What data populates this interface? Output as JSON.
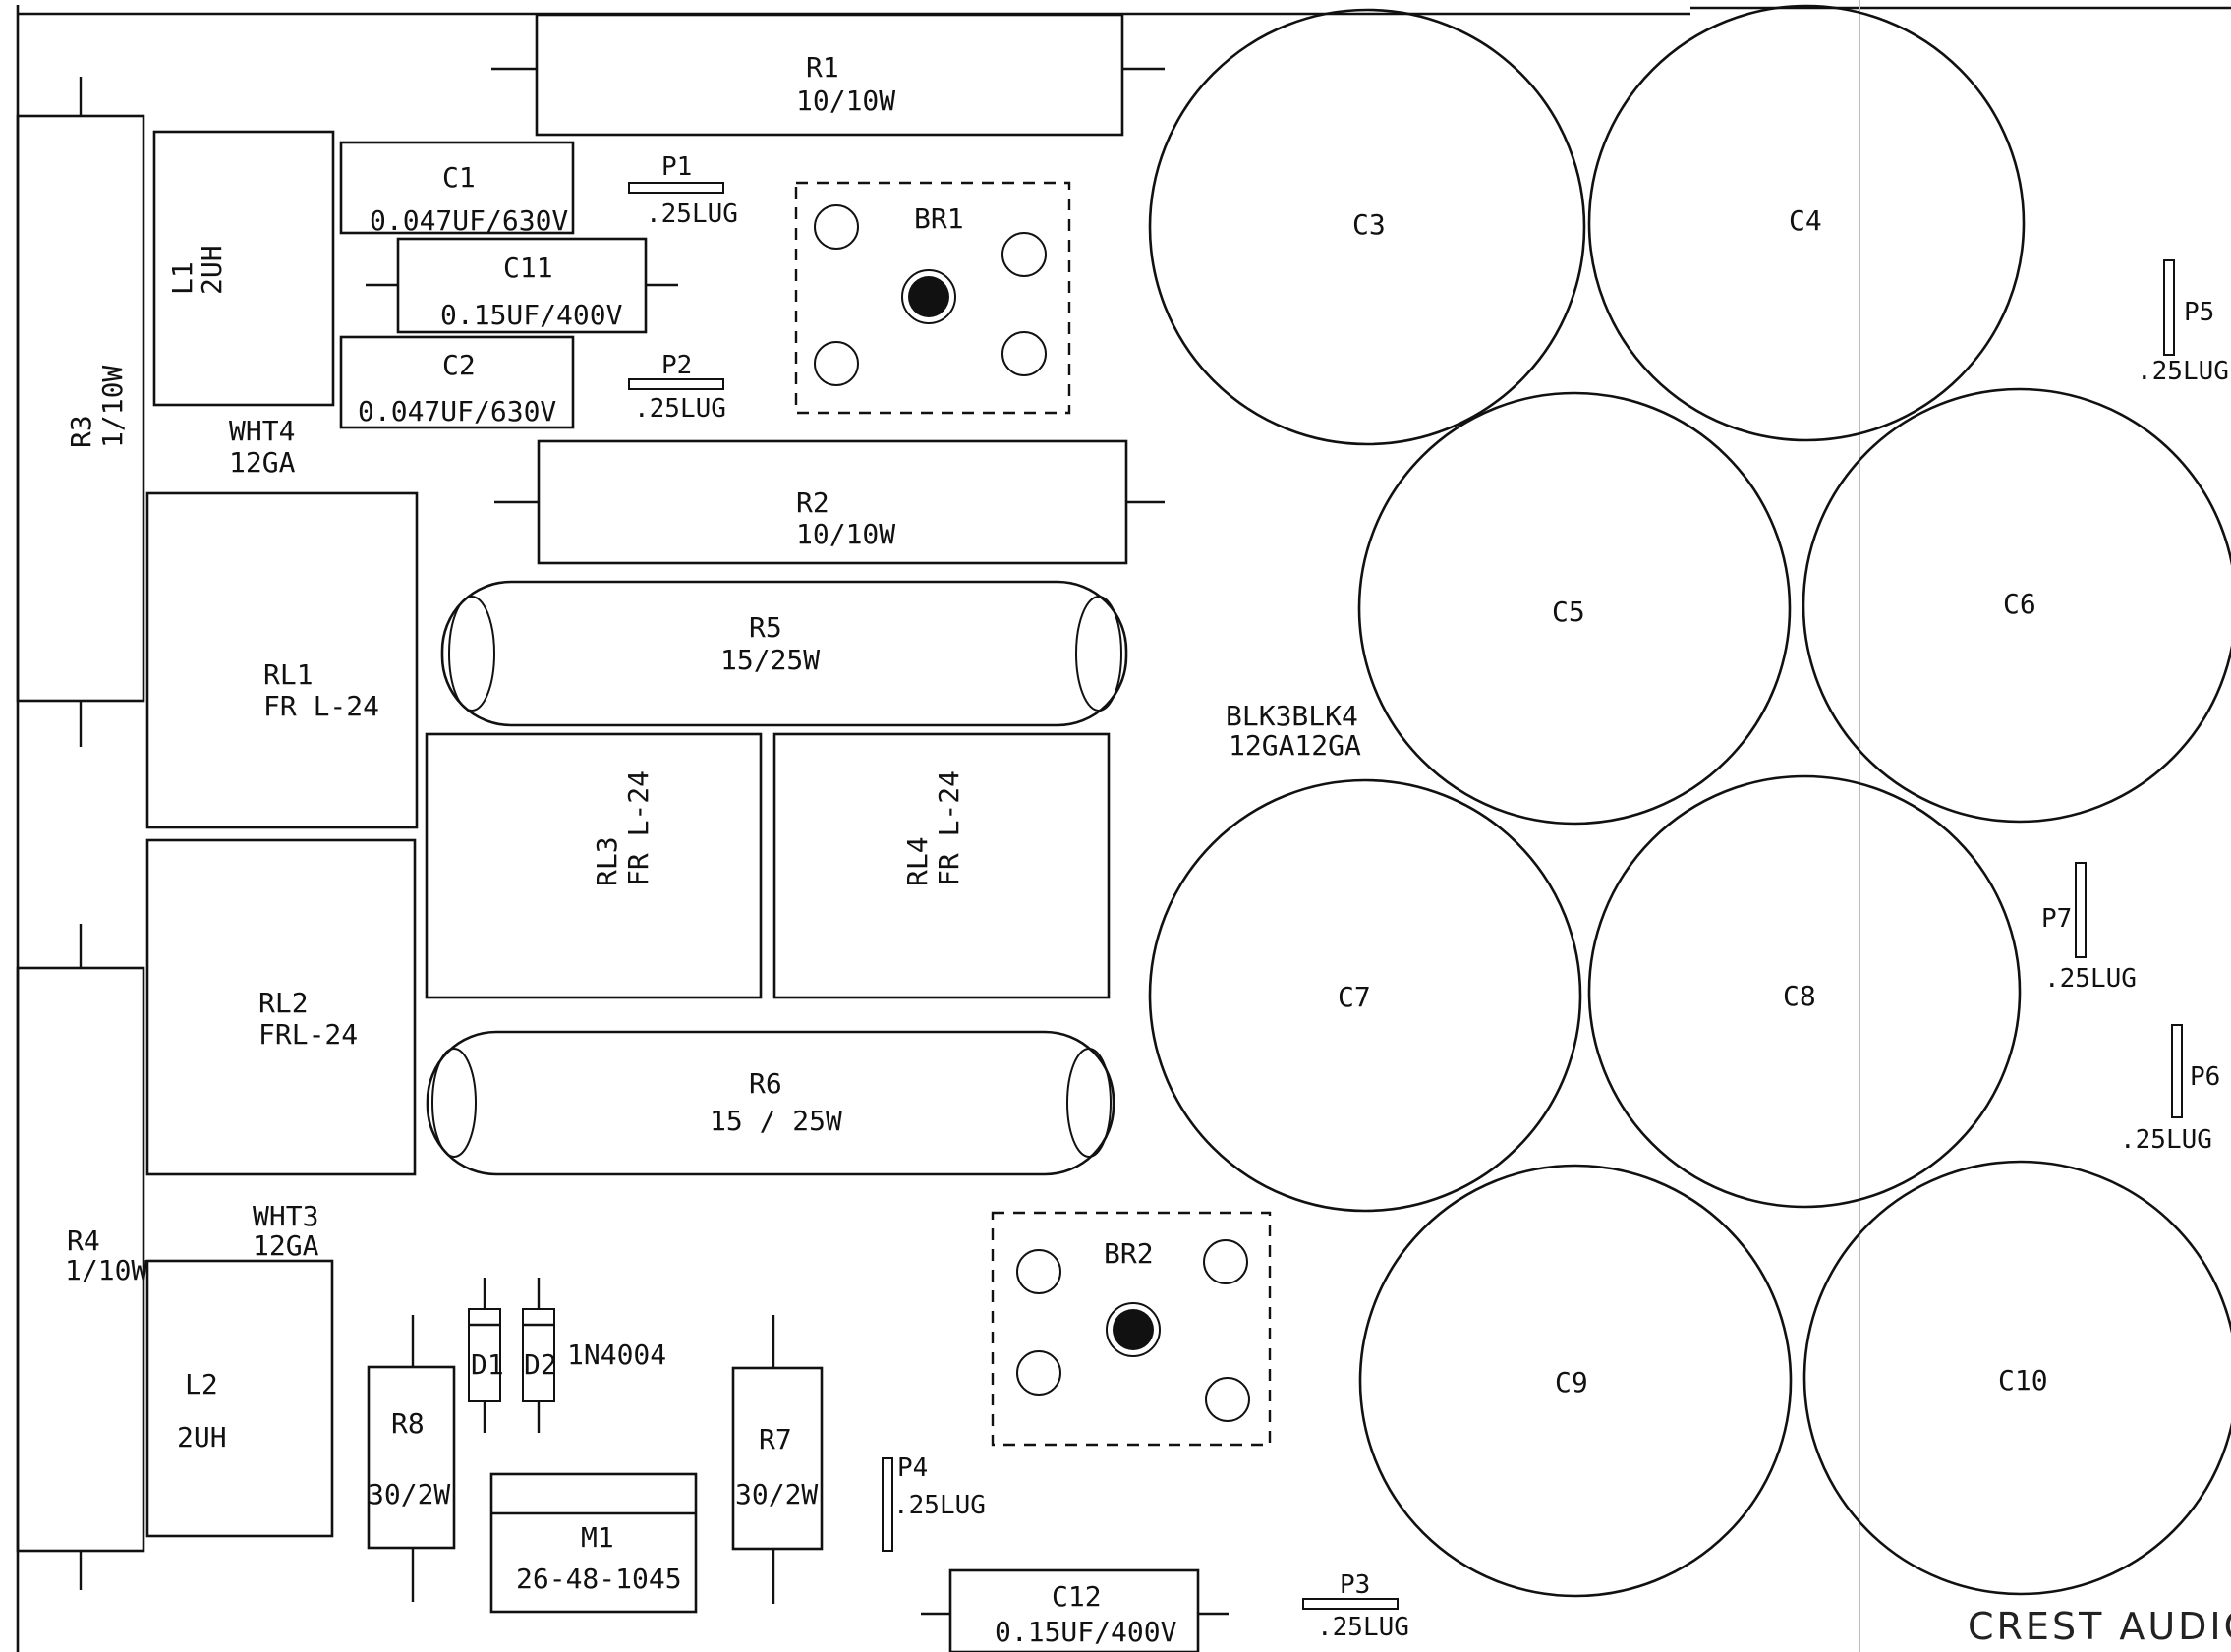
{
  "components": {
    "r1": {
      "ref": "R1",
      "value": "10/10W"
    },
    "r2": {
      "ref": "R2",
      "value": "10/10W"
    },
    "r3": {
      "ref": "R3",
      "value": "1/10W"
    },
    "r4": {
      "ref": "R4",
      "value": "1/10W"
    },
    "r5": {
      "ref": "R5",
      "value": "15/25W"
    },
    "r6": {
      "ref": "R6",
      "value": "15 / 25W"
    },
    "r7": {
      "ref": "R7",
      "value": "30/2W"
    },
    "r8": {
      "ref": "R8",
      "value": "30/2W"
    },
    "l1": {
      "ref": "L1",
      "value": "2UH"
    },
    "l2": {
      "ref": "L2",
      "value": "2UH"
    },
    "c1": {
      "ref": "C1",
      "value": "0.047UF/630V"
    },
    "c2": {
      "ref": "C2",
      "value": "0.047UF/630V"
    },
    "c11": {
      "ref": "C11",
      "value": "0.15UF/400V"
    },
    "c12": {
      "ref": "C12",
      "value": "0.15UF/400V"
    },
    "br1": {
      "ref": "BR1"
    },
    "br2": {
      "ref": "BR2"
    },
    "rl1": {
      "ref": "RL1",
      "value": "FR L-24"
    },
    "rl2": {
      "ref": "RL2",
      "value": "FRL-24"
    },
    "rl3": {
      "ref": "RL3",
      "value": "FR L-24"
    },
    "rl4": {
      "ref": "RL4",
      "value": "FR L-24"
    },
    "d1": {
      "ref": "D1"
    },
    "d2": {
      "ref": "D2"
    },
    "diode_part": "1N4004",
    "m1": {
      "ref": "M1",
      "value": "26-48-1045"
    },
    "c3": "C3",
    "c4": "C4",
    "c5": "C5",
    "c6": "C6",
    "c7": "C7",
    "c8": "C8",
    "c9": "C9",
    "c10": "C10"
  },
  "lugs": {
    "p1": {
      "ref": "P1",
      "value": ".25LUG"
    },
    "p2": {
      "ref": "P2",
      "value": ".25LUG"
    },
    "p3": {
      "ref": "P3",
      "value": ".25LUG"
    },
    "p4": {
      "ref": "P4",
      "value": ".25LUG"
    },
    "p5": {
      "ref": "P5",
      "value": ".25LUG"
    },
    "p6": {
      "ref": "P6",
      "value": ".25LUG"
    },
    "p7": {
      "ref": "P7",
      "value": ".25LUG"
    }
  },
  "wires": {
    "wht4": {
      "name": "WHT4",
      "gauge": "12GA"
    },
    "wht3": {
      "name": "WHT3",
      "gauge": "12GA"
    },
    "blk": {
      "name": "BLK3BLK4",
      "gauge": "12GA12GA"
    }
  },
  "brand": "CREST AUDIO"
}
